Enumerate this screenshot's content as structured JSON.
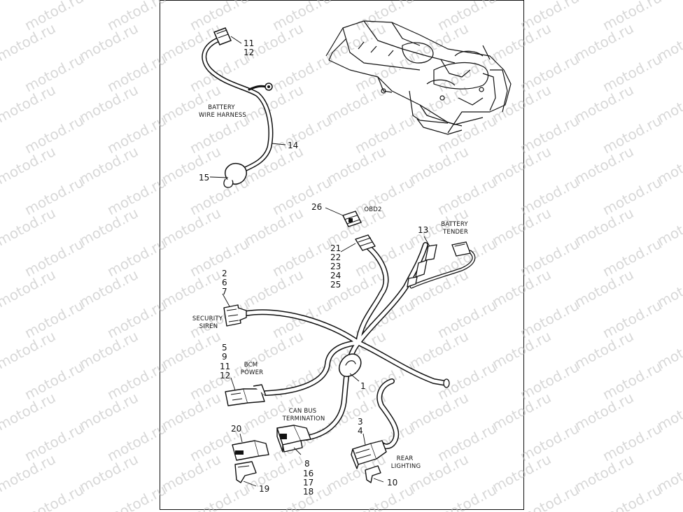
{
  "watermark": "motod.ru",
  "callouts": {
    "c11a": "11",
    "c12a": "12",
    "c14": "14",
    "c15": "15",
    "c26": "26",
    "c13": "13",
    "c21": "21",
    "c22": "22",
    "c23": "23",
    "c24": "24",
    "c25": "25",
    "c2": "2",
    "c6": "6",
    "c7": "7",
    "c5": "5",
    "c9": "9",
    "c11b": "11",
    "c12b": "12",
    "c1": "1",
    "c20": "20",
    "c19": "19",
    "c8": "8",
    "c16": "16",
    "c17": "17",
    "c18": "18",
    "c3": "3",
    "c4": "4",
    "c10": "10"
  },
  "labels": {
    "battery_wire_harness": [
      "BATTERY",
      "WIRE HARNESS"
    ],
    "obd2": "OBD2",
    "battery_tender": [
      "BATTERY",
      "TENDER"
    ],
    "security_siren": [
      "SECURITY",
      "SIREN"
    ],
    "bcm_power": [
      "BCM",
      "POWER"
    ],
    "can_bus_termination": [
      "CAN BUS",
      "TERMINATION"
    ],
    "rear_lighting": [
      "REAR",
      "LIGHTING"
    ]
  }
}
